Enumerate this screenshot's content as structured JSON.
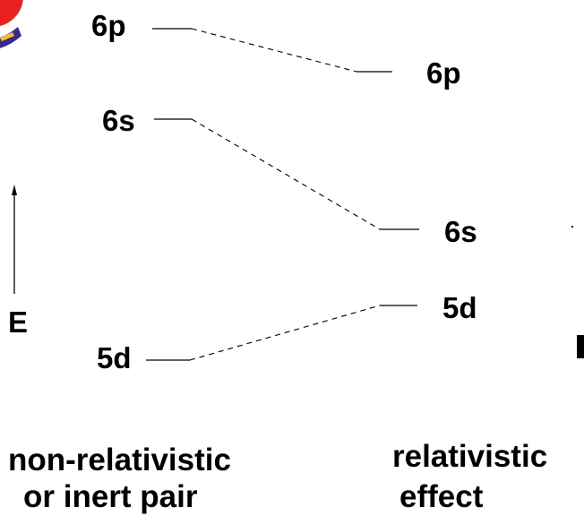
{
  "axis": {
    "label": "E"
  },
  "non_relativistic": {
    "levels": {
      "p6": "6p",
      "s6": "6s",
      "d5": "5d"
    },
    "caption_line1": "non-relativistic",
    "caption_line2": "or inert pair"
  },
  "relativistic": {
    "levels": {
      "p6": "6p",
      "s6": "6s",
      "d5": "5d"
    },
    "caption_line1": "relativistic",
    "caption_line2": "effect"
  },
  "colors": {
    "logo_red": "#e8231f",
    "logo_blue": "#3b2a8c",
    "logo_yellow": "#f2c230"
  }
}
